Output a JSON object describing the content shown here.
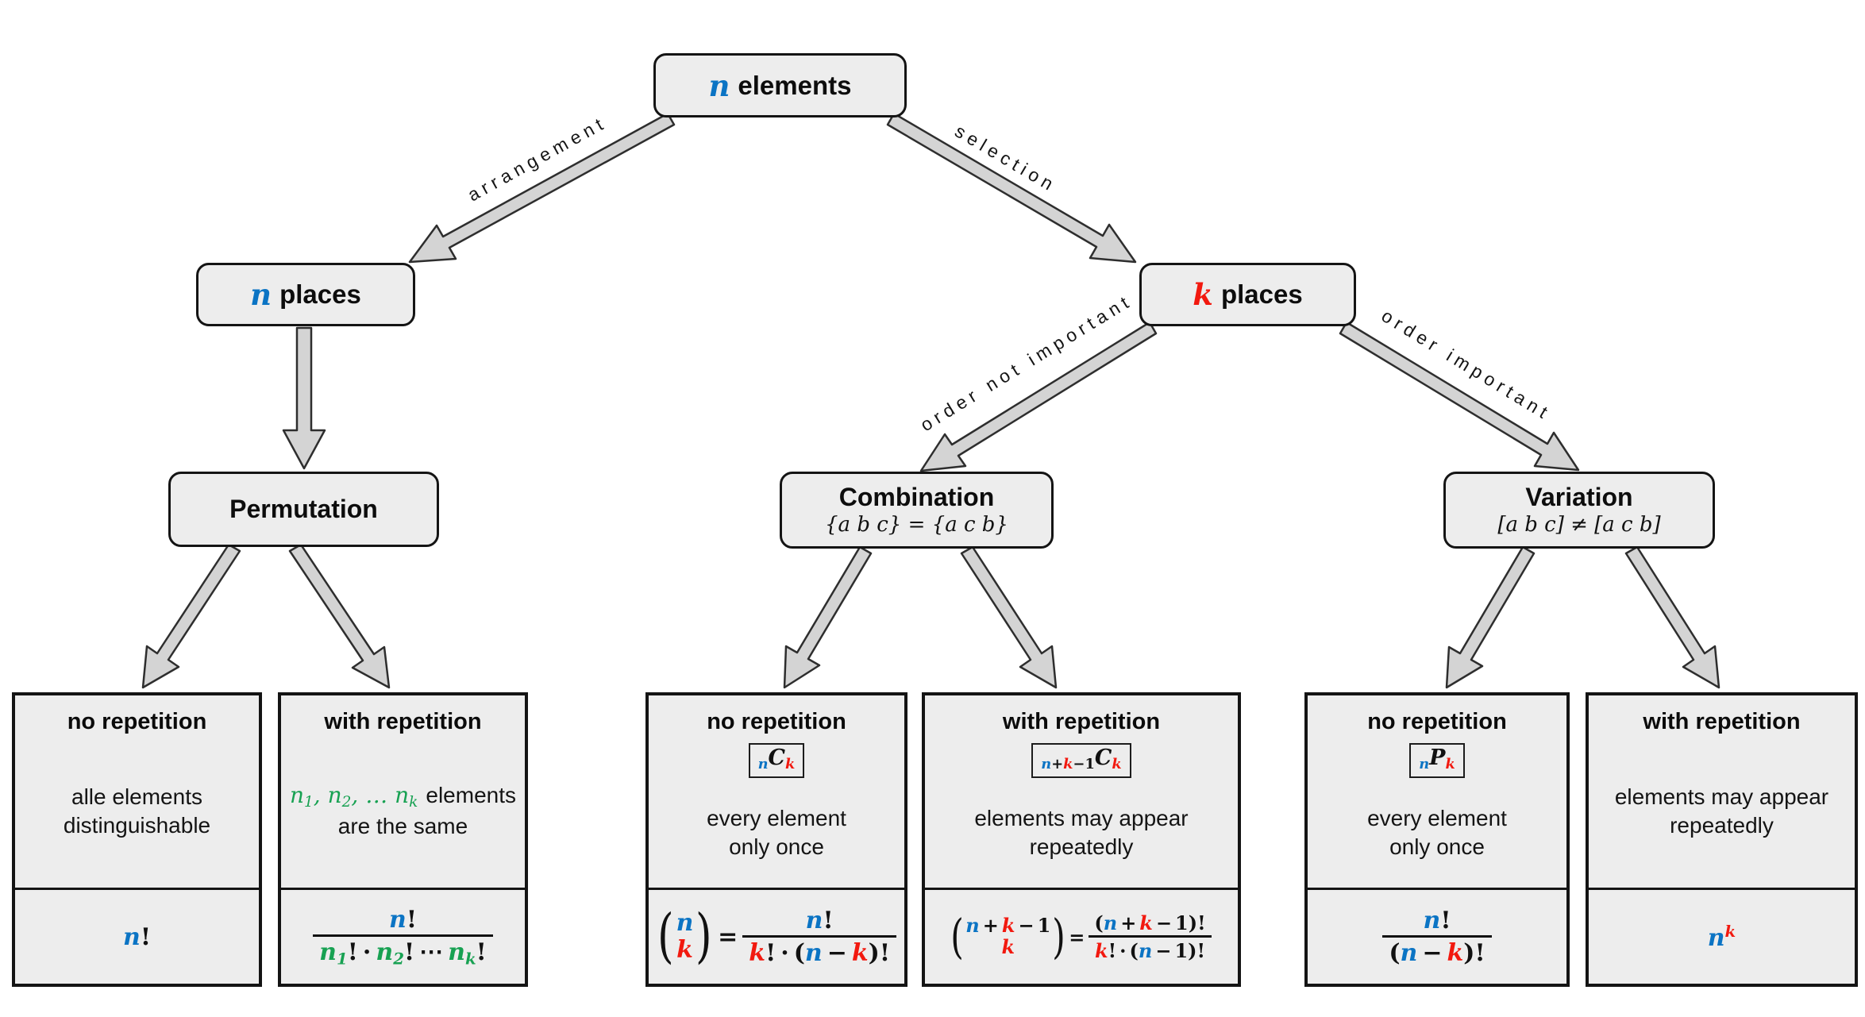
{
  "colors": {
    "blue": "#0b74c4",
    "red": "#f2190f",
    "green": "#17a152",
    "box_fill": "#ededed",
    "arrow_fill": "#d4d4d4",
    "border": "#141414"
  },
  "nodes": {
    "n_elements": {
      "var": "n",
      "label": "elements"
    },
    "n_places": {
      "var": "n",
      "label": "places"
    },
    "k_places": {
      "var": "k",
      "label": "places"
    },
    "permutation": {
      "title": "Permutation"
    },
    "combination": {
      "title": "Combination",
      "subtitle": "{a b c} = {a c b}"
    },
    "variation": {
      "title": "Variation",
      "subtitle": "[a b c] ≠ [a c b]"
    }
  },
  "edges": {
    "arrangement": "arrangement",
    "selection": "selection",
    "order_not_important": "order not important",
    "order_important": "order important"
  },
  "leaves": [
    {
      "title": "no repetition",
      "desc": [
        "alle elements",
        "distinguishable"
      ],
      "formula_text": "n!"
    },
    {
      "title": "with repetition",
      "desc_math": "n₁, n₂, … nₖ",
      "desc": [
        "elements",
        "are the same"
      ],
      "formula_text": "n! / (n₁! · n₂! ⋯ nₖ!)"
    },
    {
      "title": "no repetition",
      "symbol": "nCk",
      "desc": [
        "every element",
        "only once"
      ],
      "formula_text": "(n k) = n! / (k! · (n − k)!)"
    },
    {
      "title": "with repetition",
      "symbol": "n+k−1Ck",
      "desc": [
        "elements may appear",
        "repeatedly"
      ],
      "formula_text": "(n+k−1 k) = (n+k−1)! / (k! · (n − 1)!)"
    },
    {
      "title": "no repetition",
      "symbol": "nPk",
      "desc": [
        "every element",
        "only once"
      ],
      "formula_text": "n! / (n − k)!"
    },
    {
      "title": "with repetition",
      "desc": [
        "elements may appear",
        "repeatedly"
      ],
      "formula_text": "nᵏ"
    }
  ],
  "math": {
    "n": "n",
    "k": "k",
    "C": "C",
    "P": "P",
    "one": "1",
    "bang": "!",
    "plus": "+",
    "minus": "−",
    "eq": "=",
    "dot": "·",
    "cdots": "⋯",
    "lp": "(",
    "rp": ")",
    "sub1": "1",
    "sub2": "2",
    "subk": "k",
    "sep1": ", ",
    "sep2": ", … "
  }
}
